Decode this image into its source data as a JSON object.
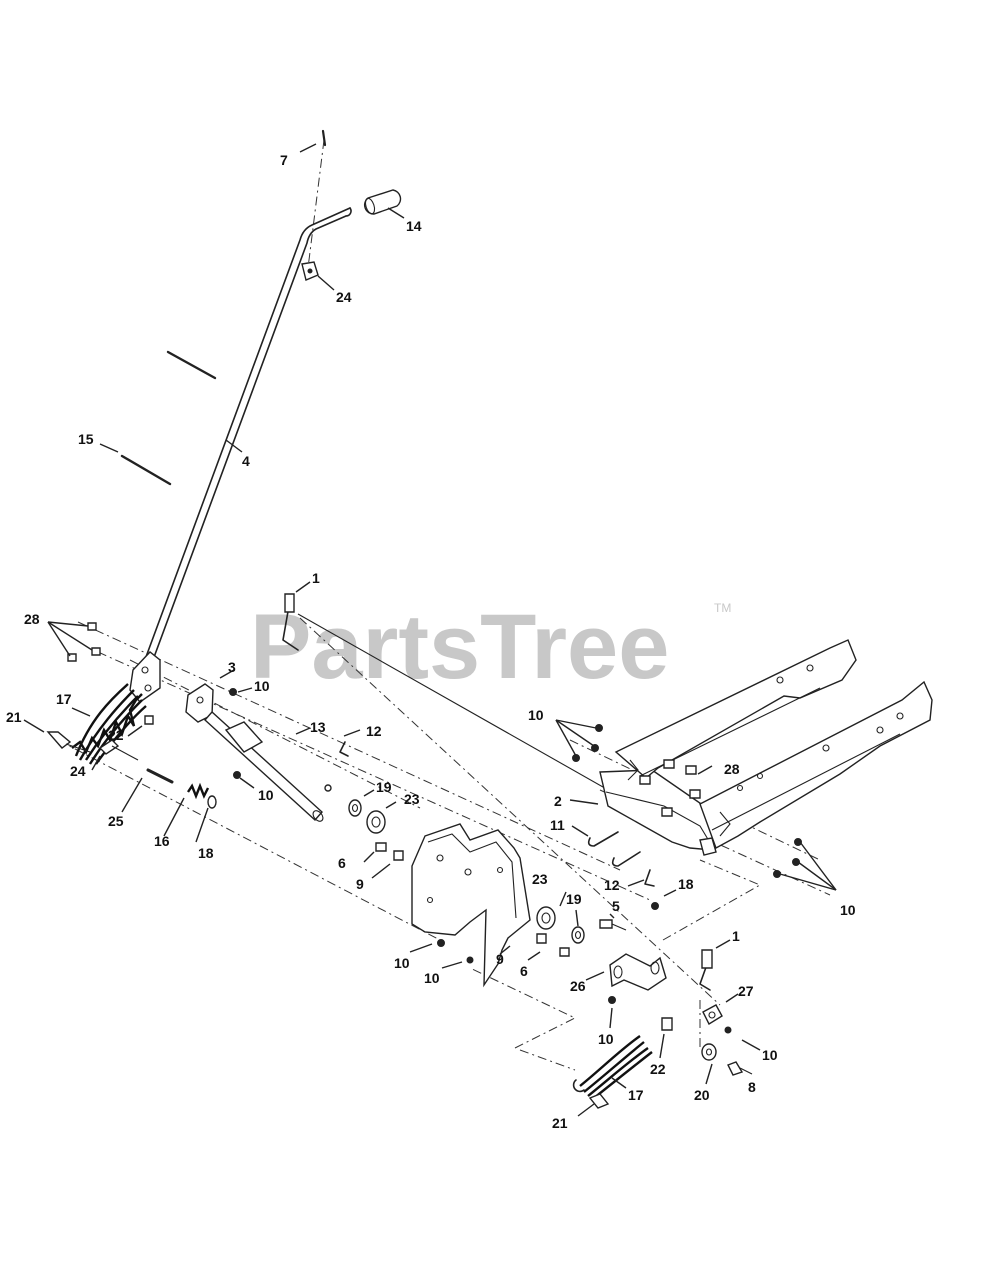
{
  "watermark": {
    "text": "PartsTree",
    "trademark": "TM"
  },
  "callouts": {
    "c1a": "1",
    "c1b": "1",
    "c2": "2",
    "c3": "3",
    "c4": "4",
    "c5": "5",
    "c6a": "6",
    "c6b": "6",
    "c7": "7",
    "c8": "8",
    "c9a": "9",
    "c9b": "9",
    "c10a": "10",
    "c10b": "10",
    "c10c": "10",
    "c10d": "10",
    "c10e": "10",
    "c10f": "10",
    "c10g": "10",
    "c10h": "10",
    "c10i": "10",
    "c11": "11",
    "c12a": "12",
    "c12b": "12",
    "c13": "13",
    "c14": "14",
    "c15": "15",
    "c16": "16",
    "c17a": "17",
    "c17b": "17",
    "c18a": "18",
    "c18b": "18",
    "c19a": "19",
    "c19b": "19",
    "c20": "20",
    "c21a": "21",
    "c21b": "21",
    "c22a": "22",
    "c22b": "22",
    "c23a": "23",
    "c23b": "23",
    "c24a": "24",
    "c24b": "24",
    "c25": "25",
    "c26": "26",
    "c27": "27",
    "c28a": "28",
    "c28b": "28"
  }
}
